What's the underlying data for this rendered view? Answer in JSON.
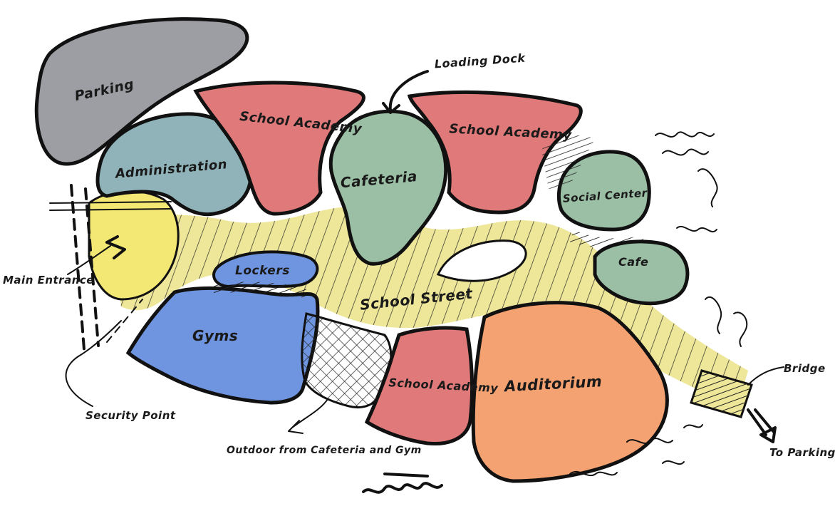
{
  "colors": {
    "parking": "#9c9ea3",
    "administration": "#8fb3b8",
    "school_academy": "#e07a7a",
    "cafeteria": "#9bbfa5",
    "social_center": "#9bbfa5",
    "cafe": "#9bbfa5",
    "lockers": "#6f95e0",
    "gyms": "#6f95e0",
    "auditorium": "#f4a271",
    "school_street": "#eee79a",
    "main_entrance": "#f3e873",
    "ink": "#111111"
  },
  "zones": {
    "parking": "Parking",
    "administration": "Administration",
    "school_academy_1": "School Academy",
    "cafeteria": "Cafeteria",
    "school_academy_2": "School Academy",
    "social_center": "Social Center",
    "cafe": "Cafe",
    "lockers": "Lockers",
    "school_street": "School Street",
    "gyms": "Gyms",
    "school_academy_3": "School Academy",
    "auditorium": "Auditorium"
  },
  "annotations": {
    "loading_dock": "Loading Dock",
    "main_entrance": "Main Entrance",
    "security_point": "Security Point",
    "outdoor": "Outdoor from Cafeteria and Gym",
    "bridge": "Bridge",
    "to_parking": "To Parking"
  }
}
